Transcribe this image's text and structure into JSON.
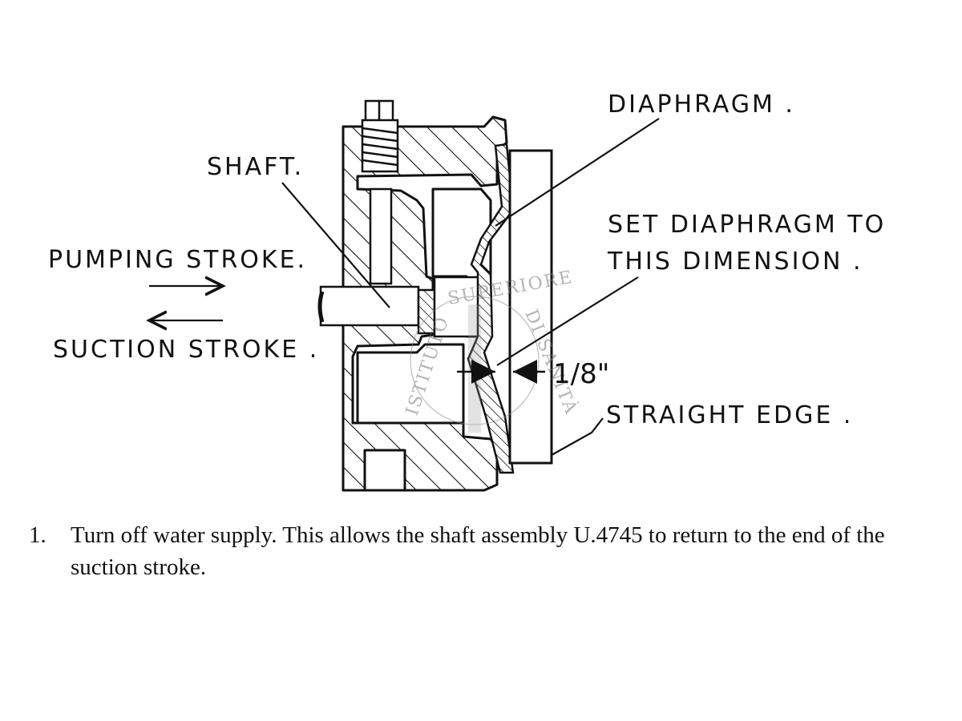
{
  "labels": {
    "diaphragm": "DIAPHRAGM .",
    "shaft": "SHAFT.",
    "pumping_stroke": "PUMPING STROKE.",
    "suction_stroke": "SUCTION STROKE .",
    "set_diaphragm_line1": "SET DIAPHRAGM TO",
    "set_diaphragm_line2": "THIS DIMENSION .",
    "dimension": "1/8\"",
    "straight_edge": "STRAIGHT EDGE ."
  },
  "watermark": "ISTITUTO SUPERIORE DI SANITÀ",
  "caption": {
    "number": "1.",
    "text": "Turn off water supply.   This allows the shaft assembly U.4745 to return to the end of the suction stroke."
  },
  "colors": {
    "ink": "#111111",
    "paper": "#ffffff",
    "watermark": "#777777"
  }
}
